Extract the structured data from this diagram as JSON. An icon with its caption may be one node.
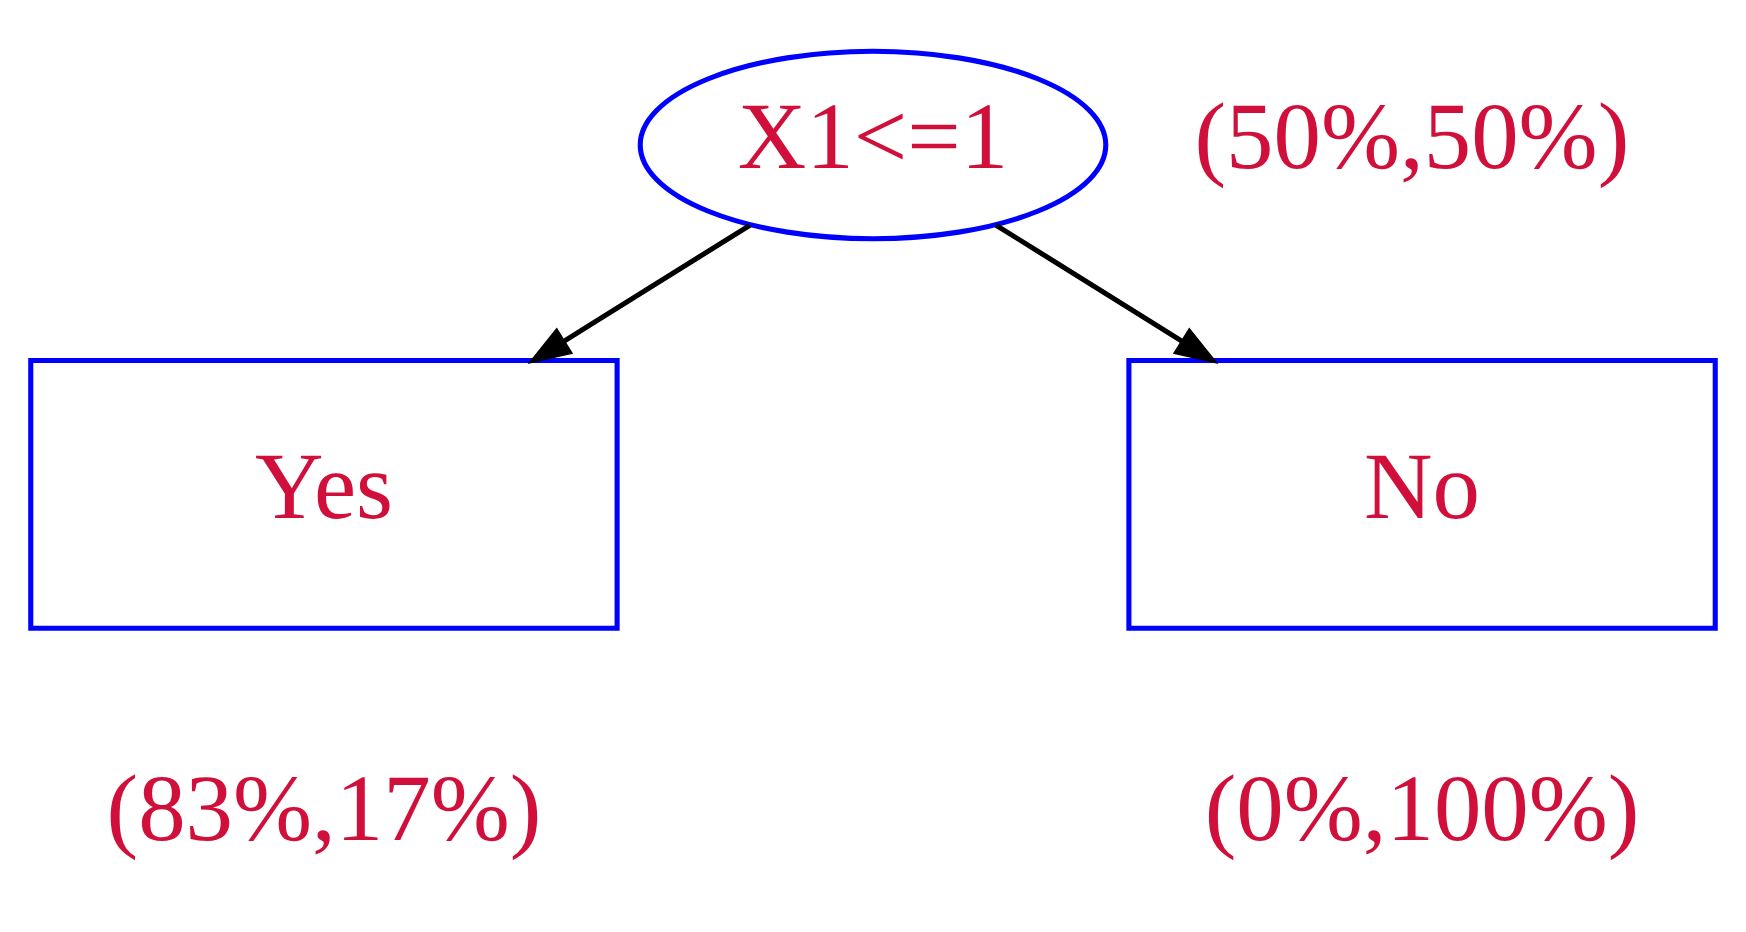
{
  "diagram": {
    "nodes": [
      {
        "text": [
          "X1<=1"
        ],
        "beside": [
          "(50%,50%)"
        ]
      },
      {
        "text": [
          "Yes"
        ],
        "beside": [
          "(83%,17%)"
        ]
      },
      {
        "text": [
          "No"
        ],
        "beside": [
          "(0%,100%)"
        ]
      }
    ],
    "edges": [
      {
        "from": 0,
        "to": 1,
        "arrow": "to"
      },
      {
        "from": 0,
        "to": 2,
        "arrow": "to"
      }
    ]
  }
}
